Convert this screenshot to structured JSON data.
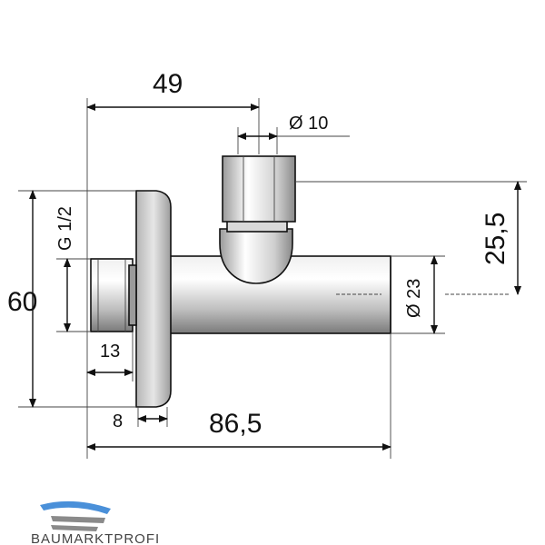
{
  "drawing": {
    "dimensions": {
      "top_width": "49",
      "diameter_top": "Ø 10",
      "right_height": "25,5",
      "overall_height": "60",
      "thread": "G 1/2",
      "diameter_right": "Ø 23",
      "thread_length": "13",
      "flange_thickness": "8",
      "overall_length": "86,5"
    }
  },
  "branding": {
    "logo_text": "BAUMARKTPROFI",
    "colors": {
      "logo_accent": "#4a90d9",
      "logo_gray": "#8a8a8a"
    }
  }
}
